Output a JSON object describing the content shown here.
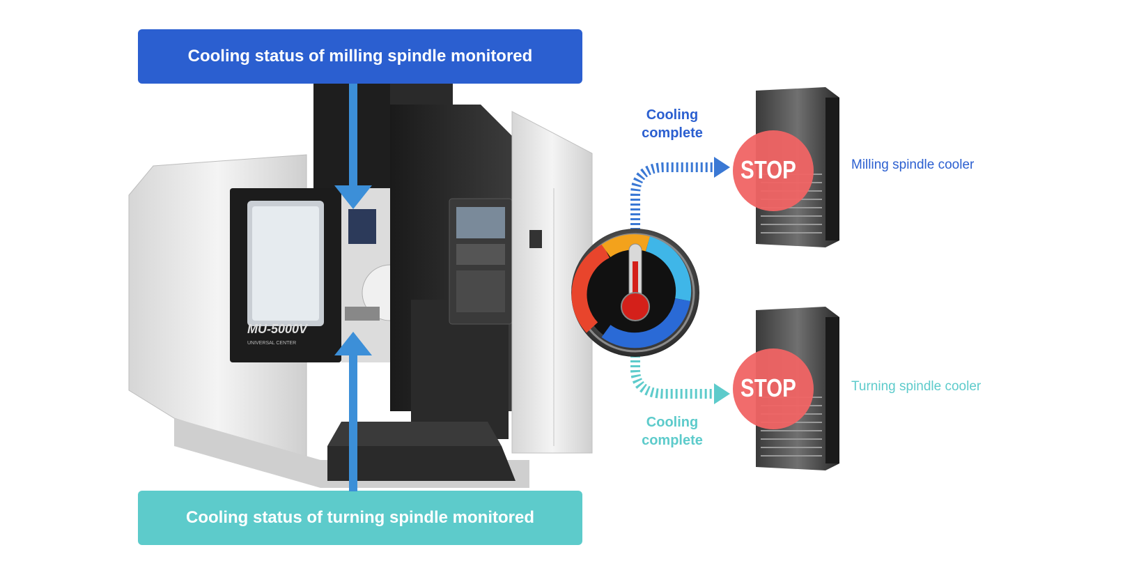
{
  "banners": {
    "top": "Cooling status of milling spindle monitored",
    "bottom": "Cooling status of turning spindle monitored"
  },
  "machine": {
    "model_label": "MU-5000V",
    "subtitle": "UNIVERSAL CENTER"
  },
  "milling": {
    "status_line1": "Cooling",
    "status_line2": "complete",
    "stop_label": "STOP",
    "cooler_label": "Milling spindle cooler"
  },
  "turning": {
    "status_line1": "Cooling",
    "status_line2": "complete",
    "stop_label": "STOP",
    "cooler_label": "Turning spindle cooler"
  },
  "colors": {
    "blue": "#2b5fd0",
    "teal": "#5dcbcb",
    "arrow_blue": "#3a78d4",
    "stop_red": "#f06464"
  },
  "icons": [
    "thermometer-gauge-icon",
    "cooler-unit-icon",
    "stop-sign-icon",
    "machine-tool-image"
  ]
}
